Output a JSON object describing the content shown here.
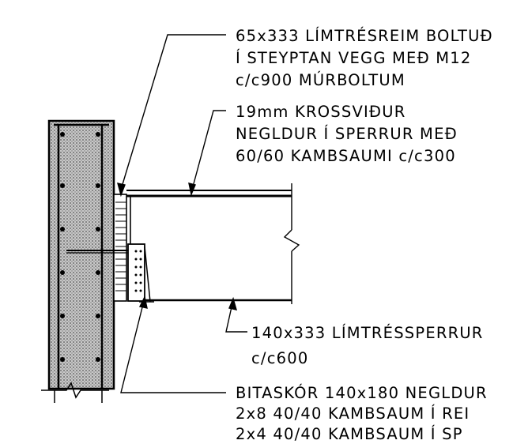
{
  "annotations": {
    "beam_ledger": [
      "65x333 LÍMTRÉSREIM BOLTUÐ",
      "Í STEYPTAN VEGG MEÐ M12",
      "c/c900 MÚRBOLTUM"
    ],
    "plywood": [
      "19mm KROSSVIÐUR",
      "NEGLDUR Í SPERRUR MEÐ",
      "60/60 KAMBSAUMI c/c300"
    ],
    "rafters": [
      "140x333 LÍMTRÉSSPERRUR",
      "c/c600"
    ],
    "joist_hanger": [
      "BITASKÓR 140x180 NEGLDUR",
      "2x8 40/40 KAMBSAUM Í REI",
      "2x4 40/40 KAMBSAUM Í SP"
    ]
  },
  "colors": {
    "ink": "#000000",
    "paper": "#ffffff",
    "concrete_fill": "#9a9a9a"
  }
}
